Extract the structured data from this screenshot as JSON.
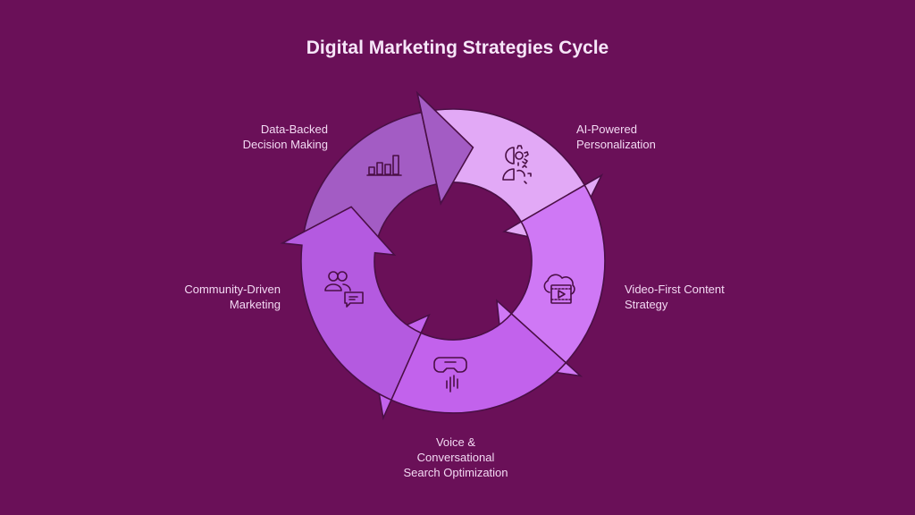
{
  "title": "Digital Marketing Strategies Cycle",
  "colors": {
    "background": "#6a1058",
    "outline": "#4a0f45",
    "data_backed": "#a35cc4",
    "ai_powered": "#e2a9f6",
    "video_first": "#cf78f5",
    "voice": "#c262ec",
    "community": "#b45ae0"
  },
  "stages": [
    {
      "id": "data-backed",
      "icon": "bar-chart-icon",
      "lines": [
        "Data-Backed",
        "Decision Making"
      ]
    },
    {
      "id": "ai-powered",
      "icon": "person-gear-icon",
      "lines": [
        "AI-Powered",
        "Personalization"
      ]
    },
    {
      "id": "video-first",
      "icon": "cloud-video-icon",
      "lines": [
        "Video-First Content",
        "Strategy"
      ]
    },
    {
      "id": "voice",
      "icon": "voice-assistant-icon",
      "lines": [
        "Voice &",
        "Conversational",
        "Search Optimization"
      ]
    },
    {
      "id": "community",
      "icon": "users-chat-icon",
      "lines": [
        "Community-Driven",
        "Marketing"
      ]
    }
  ]
}
